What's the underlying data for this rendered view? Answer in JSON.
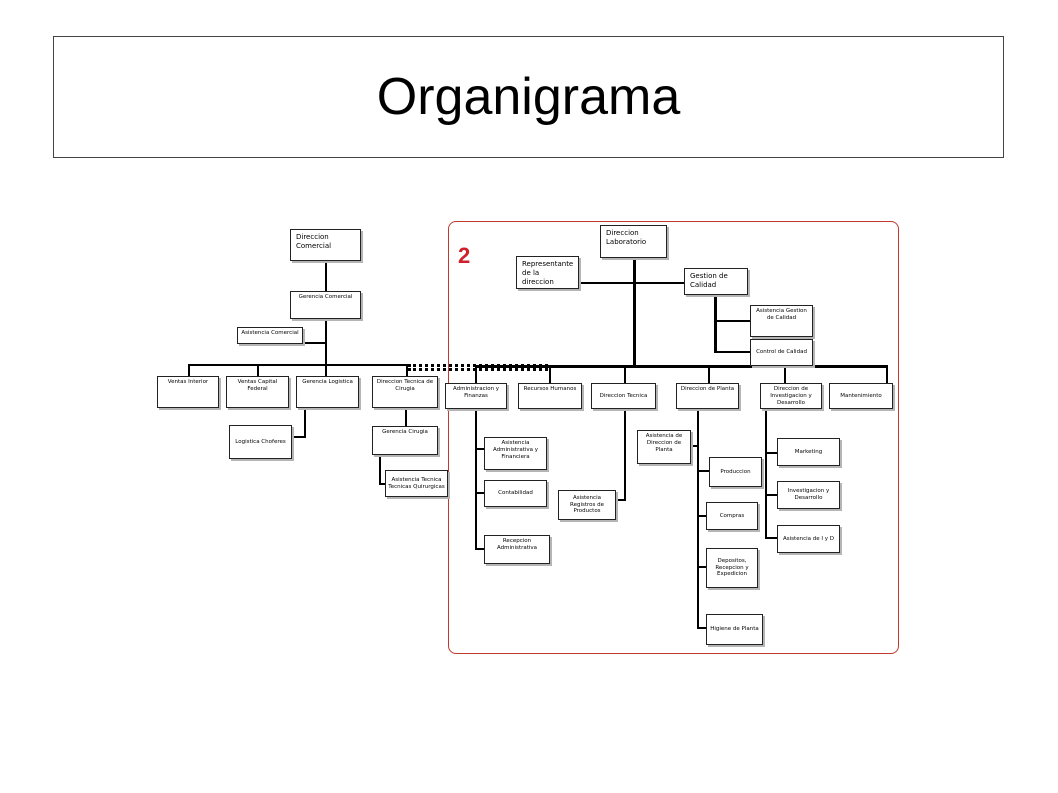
{
  "slide": {
    "title": "Organigrama",
    "frame_label": "2",
    "accent_color": "#d0202a"
  },
  "nodes": {
    "dir_comercial": "Direccion Comercial",
    "ger_comercial": "Gerencia Comercial",
    "asist_comercial": "Asistencia Comercial",
    "ventas_interior": "Ventas Interior",
    "ventas_capital": "Ventas Capital Federal",
    "ger_logistica": "Gerencia Logistica",
    "dir_tec_cirugia": "Direccion Tecnica de Cirugia",
    "logistica_choferes": "Logistica Choferes",
    "ger_cirugia": "Gerencia Cirugia",
    "asist_tecnica_quir": "Asistencia Tecnica Tecnicas Quirurgicas",
    "dir_laboratorio": "Direccion Laboratorio",
    "representante": "Representante de la direccion",
    "gestion_calidad": "Gestion de Calidad",
    "asist_gestion_calidad": "Asistencia Gestion de Calidad",
    "control_calidad": "Control de Calidad",
    "admin_finanzas": "Administracion y Finanzas",
    "rrhh": "Recursos Humanos",
    "dir_tecnica": "Direccion Tecnica",
    "dir_planta": "Direccion de Planta",
    "dir_id": "Direccion de Investigacion y Desarrollo",
    "mantenimiento": "Mantenimiento",
    "asist_admin_fin": "Asistencia Administrativa y Financiera",
    "contabilidad": "Contabilidad",
    "recepcion_admin": "Recepcion Administrativa",
    "asist_registros": "Asistencia Registros de Productos",
    "asist_dir_planta": "Asistencia de Direccion de Planta",
    "produccion": "Produccion",
    "compras": "Compras",
    "depositos": "Depositos, Recepcion y Expedicion",
    "higiene": "Higiene de Planta",
    "marketing": "Marketing",
    "inv_desarrollo": "Investigacion y Desarrollo",
    "asist_id": "Asistencia de I y D"
  }
}
